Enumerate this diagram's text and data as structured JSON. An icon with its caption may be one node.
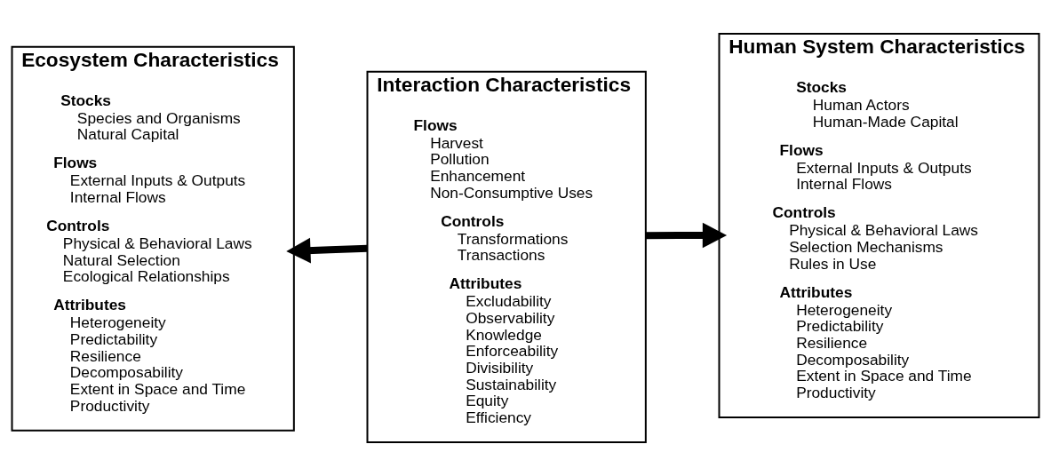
{
  "diagram": {
    "nodes": [
      {
        "text": [
          "Ecosystem Characteristics"
        ]
      },
      {
        "text": [
          "Stocks",
          "Species and Organisms",
          "Natural Capital"
        ],
        "in": 0
      },
      {
        "text": [
          "Flows",
          "External Inputs & Outputs",
          "Internal Flows"
        ],
        "in": 0
      },
      {
        "text": [
          "Controls",
          "Physical & Behavioral Laws",
          "Natural Selection",
          "Ecological Relationships"
        ],
        "in": 0
      },
      {
        "text": [
          "Attributes",
          "Heterogeneity",
          "Predictability",
          "Resilience",
          "Decomposability",
          "Extent in Space and Time",
          "Productivity"
        ],
        "in": 0
      },
      {
        "text": [
          "Interaction Characteristics"
        ]
      },
      {
        "text": [
          "Flows",
          "Harvest",
          "Pollution",
          "Enhancement",
          "Non-Consumptive Uses"
        ],
        "in": 5
      },
      {
        "text": [
          "Controls",
          "Transformations",
          "Transactions"
        ],
        "in": 5
      },
      {
        "text": [
          "Attributes",
          "Excludability",
          "Observability",
          "Knowledge",
          "Enforceability",
          "Divisibility",
          "Sustainability",
          "Equity",
          "Efficiency"
        ],
        "in": 5
      },
      {
        "text": [
          "Human System Characteristics"
        ]
      },
      {
        "text": [
          "Stocks",
          "Human Actors",
          "Human-Made Capital"
        ],
        "in": 9
      },
      {
        "text": [
          "Flows",
          "External Inputs & Outputs",
          "Internal Flows"
        ],
        "in": 9
      },
      {
        "text": [
          "Controls",
          "Physical & Behavioral Laws",
          "Selection Mechanisms",
          "Rules in Use"
        ],
        "in": 9
      },
      {
        "text": [
          "Attributes",
          "Heterogeneity",
          "Predictability",
          "Resilience",
          "Decomposability",
          "Extent in Space and Time",
          "Productivity"
        ],
        "in": 9
      }
    ],
    "edges": [
      {
        "from": 5,
        "to": 0,
        "arrow": "to"
      },
      {
        "from": 5,
        "to": 9,
        "arrow": "to"
      }
    ]
  }
}
